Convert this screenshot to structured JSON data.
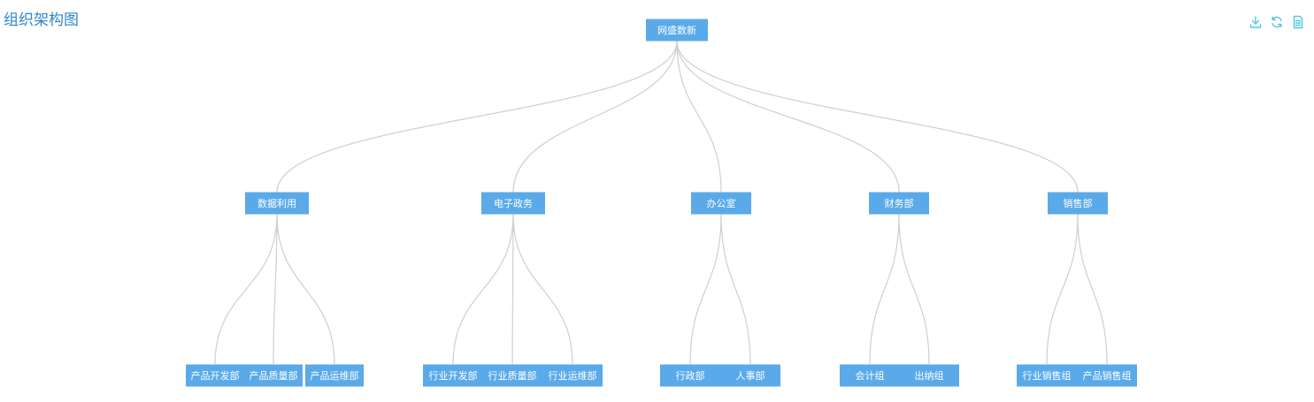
{
  "title": "组织架构图",
  "toolbar": {
    "icons": [
      "download-icon",
      "refresh-icon",
      "data-view-icon"
    ],
    "color": "#52c7e0"
  },
  "colors": {
    "node": "#5aaae9",
    "link": "#cfcfcf",
    "title": "#2f86c9"
  },
  "tree": {
    "name": "网盛数新",
    "children": [
      {
        "name": "数据利用",
        "children": [
          {
            "name": "产品开发部"
          },
          {
            "name": "产品质量部"
          },
          {
            "name": "产品运维部"
          }
        ]
      },
      {
        "name": "电子政务",
        "children": [
          {
            "name": "行业开发部"
          },
          {
            "name": "行业质量部"
          },
          {
            "name": "行业运维部"
          }
        ]
      },
      {
        "name": "办公室",
        "children": [
          {
            "name": "行政部"
          },
          {
            "name": "人事部"
          }
        ]
      },
      {
        "name": "财务部",
        "children": [
          {
            "name": "会计组"
          },
          {
            "name": "出纳组"
          }
        ]
      },
      {
        "name": "销售部",
        "children": [
          {
            "name": "行业销售组"
          },
          {
            "name": "产品销售组"
          }
        ]
      }
    ]
  }
}
